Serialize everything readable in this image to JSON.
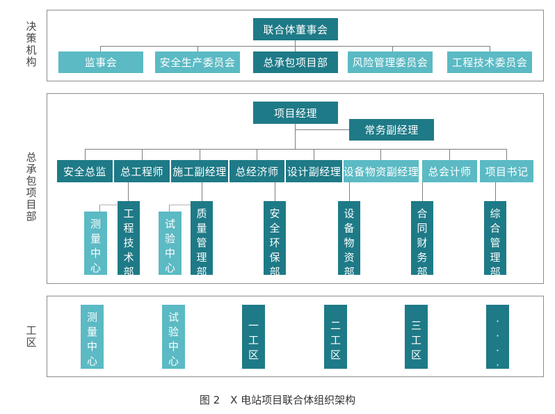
{
  "sections": [
    {
      "label": "决策机构"
    },
    {
      "label": "总承包项目部"
    },
    {
      "label": "工区"
    }
  ],
  "board": {
    "top": "联合体董事会",
    "children": [
      "监事会",
      "安全生产委员会",
      "总承包项目部",
      "风险管理委员会",
      "工程技术委员会"
    ]
  },
  "project": {
    "manager": "项目经理",
    "deputy": "常务副经理",
    "roles": [
      "安全总监",
      "总工程师",
      "施工副经理",
      "总经济师",
      "设计副经理",
      "设备物资副经理",
      "总会计师",
      "项目书记"
    ],
    "departments": [
      "测量中心",
      "工程技术部",
      "试验中心",
      "质量管理部",
      "安全环保部",
      "设备物资部",
      "合同财务部",
      "综合管理部"
    ]
  },
  "workzones": [
    "测量中心",
    "试验中心",
    "一工区",
    "二工区",
    "三工区",
    "······"
  ],
  "caption": "图 2　X 电站项目联合体组织架构",
  "colors": {
    "dark": "#1e7a87",
    "light": "#5bbac4",
    "border": "#8c8c8c"
  }
}
